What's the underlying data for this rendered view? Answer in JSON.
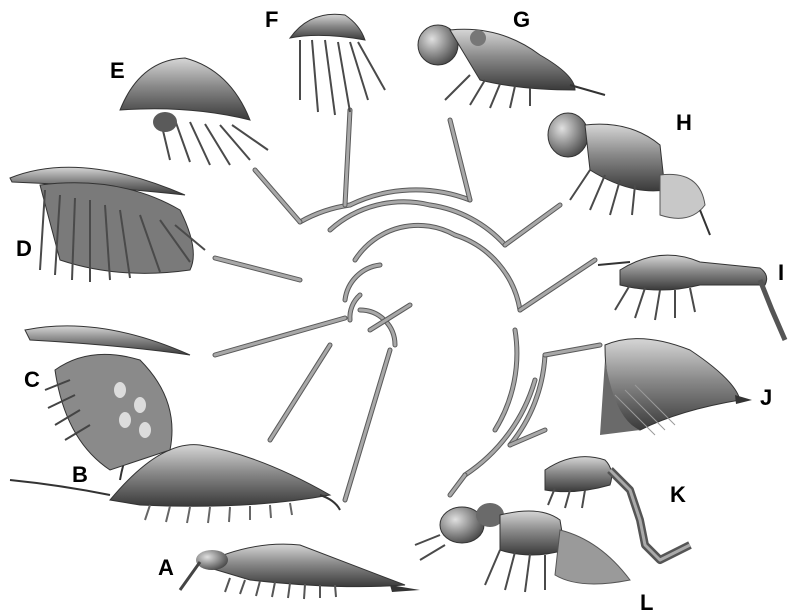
{
  "colors": {
    "background": "#ffffff",
    "branch": "#9a9a9a",
    "branch_edge": "#5a5a5a",
    "specimen_dark": "#3c3c3c",
    "specimen_mid": "#7a7a7a",
    "specimen_light": "#c4c4c4",
    "label": "#000000"
  },
  "tree": {
    "taxa": [
      {
        "label": "A"
      },
      {
        "label": "B"
      },
      {
        "label": "C"
      },
      {
        "label": "D"
      },
      {
        "label": "E"
      },
      {
        "label": "F"
      },
      {
        "label": "G"
      },
      {
        "label": "H"
      },
      {
        "label": "I"
      },
      {
        "label": "J"
      },
      {
        "label": "K"
      },
      {
        "label": "L"
      }
    ]
  },
  "icons": {
    "specimen": "arthropod-3d-render-icon"
  }
}
